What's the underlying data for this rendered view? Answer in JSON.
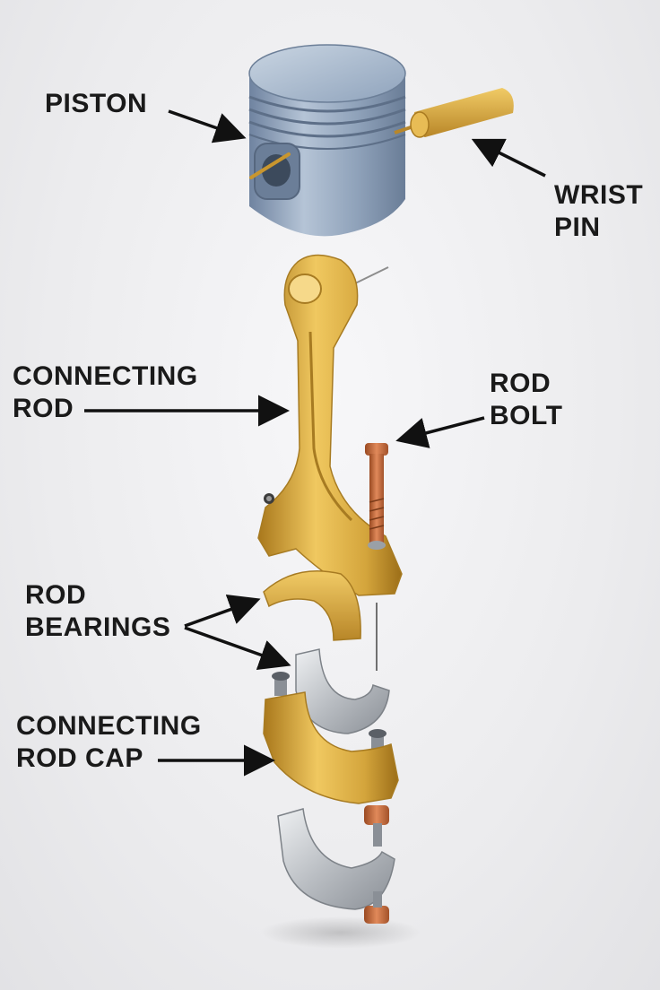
{
  "labels": {
    "piston": "PISTON",
    "wrist_pin": [
      "WRIST",
      "PIN"
    ],
    "connecting_rod": [
      "CONNECTING",
      "ROD"
    ],
    "rod_bolt": [
      "ROD",
      "BOLT"
    ],
    "rod_bearings": [
      "ROD",
      "BEARINGS"
    ],
    "connecting_rod_cap": [
      "CONNECTING",
      "ROD CAP"
    ]
  },
  "colors": {
    "background": "#ececee",
    "piston": "#8fa3bd",
    "brass": "#d4a53c",
    "copper": "#c76b3c",
    "silver": "#b9bdc2",
    "text": "#1a1a1a"
  }
}
